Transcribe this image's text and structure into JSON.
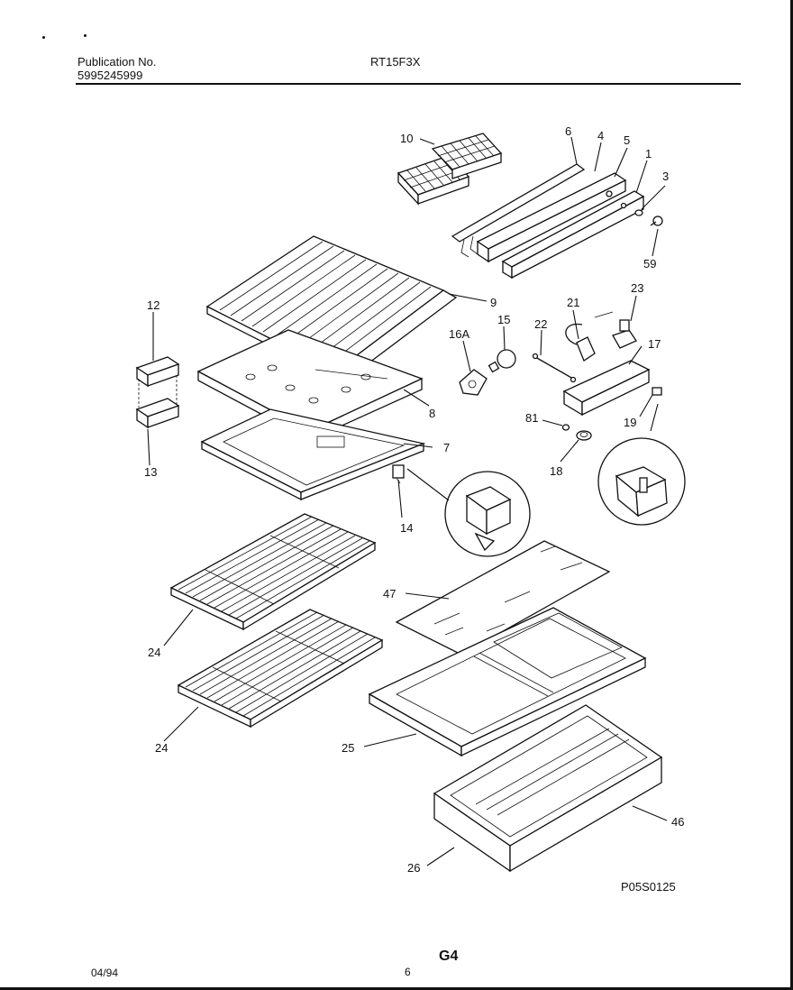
{
  "header": {
    "publication_label": "Publication No.",
    "publication_number": "5995245999",
    "model": "RT15F3X"
  },
  "diagram_code": "P05S0125",
  "footer": {
    "date": "04/94",
    "page_number": "6",
    "page_id": "G4"
  },
  "callouts": {
    "c10": "10",
    "c6": "6",
    "c4": "4",
    "c5": "5",
    "c1": "1",
    "c3": "3",
    "c59": "59",
    "c12": "12",
    "c13": "13",
    "c9": "9",
    "c21": "21",
    "c23": "23",
    "c16a": "16A",
    "c15": "15",
    "c22": "22",
    "c17": "17",
    "c8": "8",
    "c81": "81",
    "c19": "19",
    "c7": "7",
    "c18": "18",
    "c14": "14",
    "c47": "47",
    "c24a": "24",
    "c24b": "24",
    "c25": "25",
    "c46": "46",
    "c26": "26"
  }
}
